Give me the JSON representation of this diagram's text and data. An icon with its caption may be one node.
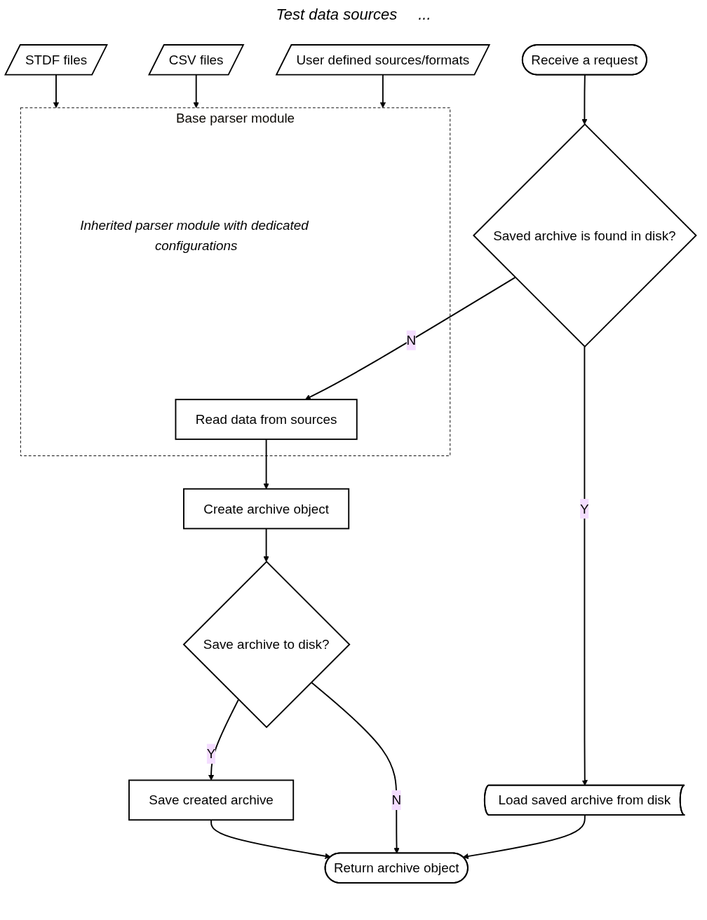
{
  "diagram": {
    "nodes": [
      {
        "text": [
          "Receive a request"
        ]
      },
      {
        "text": [
          "STDF files"
        ]
      },
      {
        "text": [
          "CSV files"
        ]
      },
      {
        "text": [
          "User defined sources/formats"
        ]
      },
      {
        "text": [
          "Base parser module",
          "Inherited parser module with dedicated configurations"
        ]
      },
      {
        "text": [
          "Read data from sources"
        ],
        "in": 4
      },
      {
        "text": [
          "Saved archive is found in disk?"
        ]
      },
      {
        "text": [
          "Create archive object"
        ]
      },
      {
        "text": [
          "Save archive to disk?"
        ]
      },
      {
        "text": [
          "Save created archive"
        ]
      },
      {
        "text": [
          "Load saved archive from disk"
        ]
      },
      {
        "text": [
          "Return archive object"
        ]
      }
    ],
    "edges": [
      {
        "from": 0,
        "to": 6,
        "arrow": "to"
      },
      {
        "from": 1,
        "to": 4,
        "arrow": "to"
      },
      {
        "from": 2,
        "to": 4,
        "arrow": "to"
      },
      {
        "from": 3,
        "to": 4,
        "arrow": "to"
      },
      {
        "from": 6,
        "to": 5,
        "arrow": "to",
        "label": "N"
      },
      {
        "from": 6,
        "to": 10,
        "arrow": "to",
        "label": "Y"
      },
      {
        "from": 5,
        "to": 7,
        "arrow": "to"
      },
      {
        "from": 7,
        "to": 8,
        "arrow": "to"
      },
      {
        "from": 8,
        "to": 9,
        "arrow": "to",
        "label": "Y"
      },
      {
        "from": 8,
        "to": 11,
        "arrow": "to",
        "label": "N"
      },
      {
        "from": 9,
        "to": 11,
        "arrow": "to"
      },
      {
        "from": 10,
        "to": 11,
        "arrow": "to"
      }
    ],
    "labels": [
      "Test data sources",
      "..."
    ]
  }
}
